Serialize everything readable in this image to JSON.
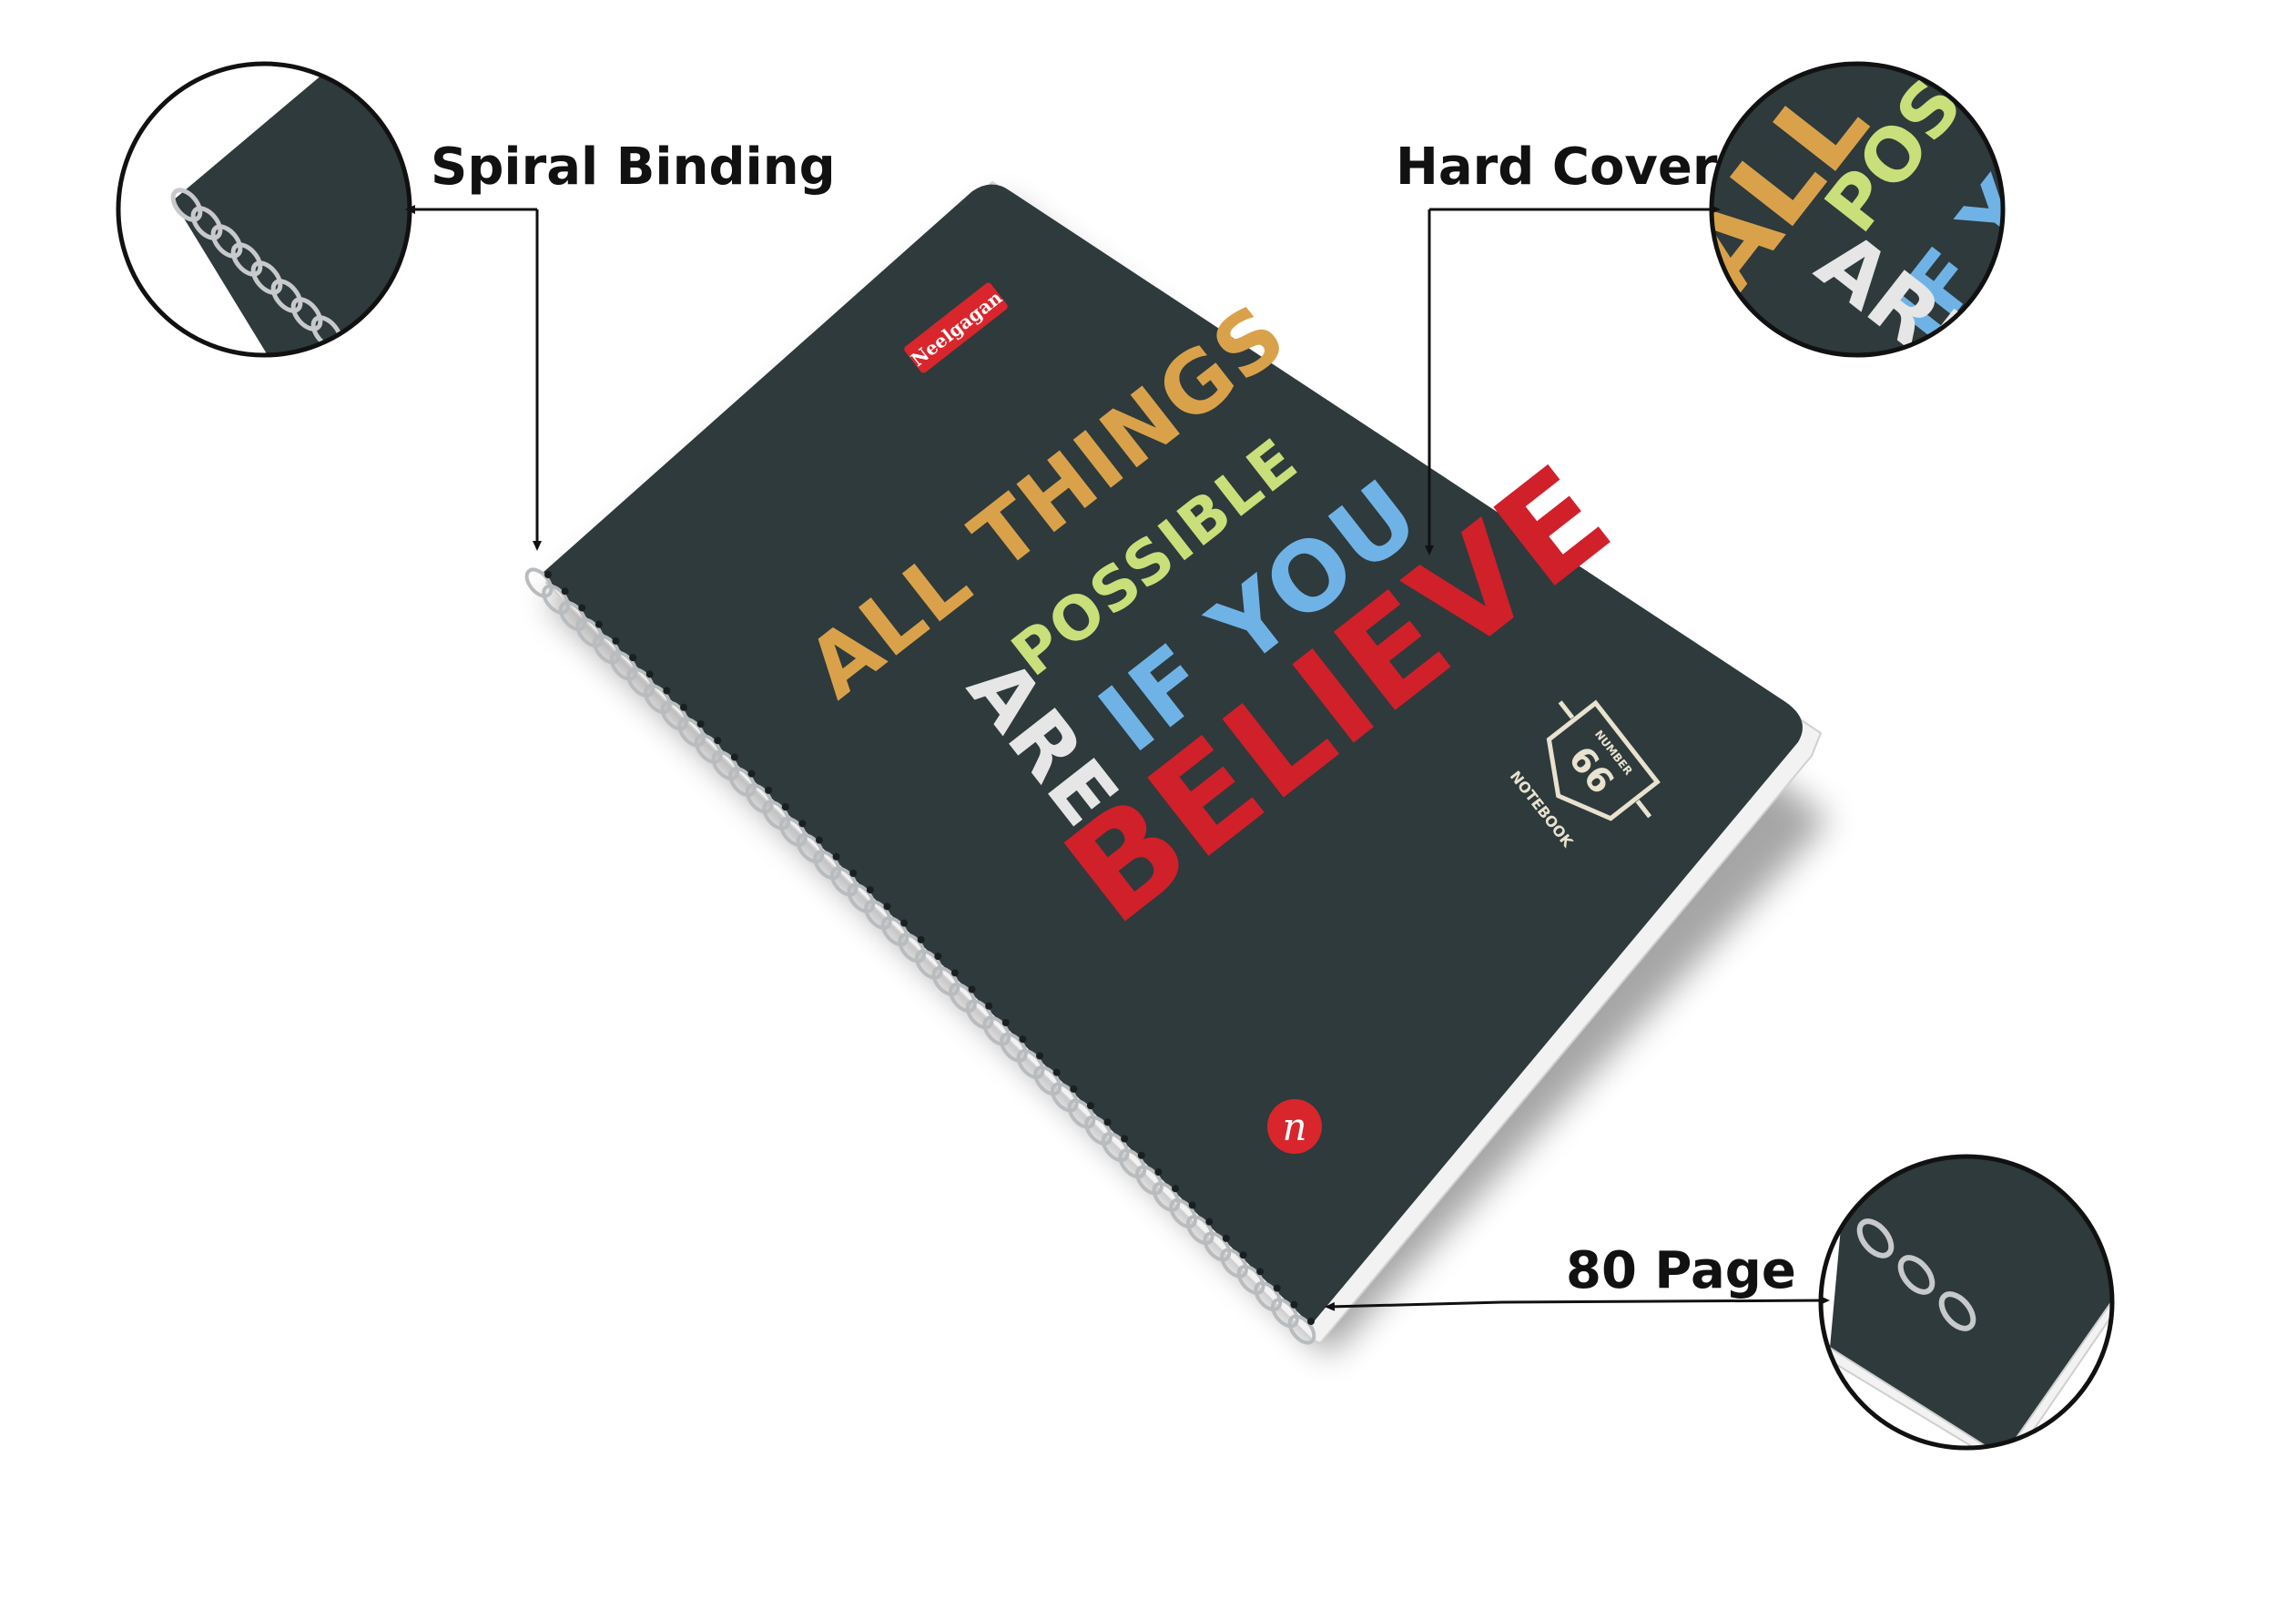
{
  "callouts": {
    "spiral_binding": "Spiral Binding",
    "hard_cover": "Hard Cover",
    "pages": "80 Page"
  },
  "cover": {
    "brand": "Neelgagan",
    "line1": "ALL THINGS",
    "line2": "POSSIBLE",
    "line3": "IF YOU",
    "line4": "BELIEVE",
    "line5": "ARE",
    "badge_top": "NUMBER",
    "badge_number": "66",
    "badge_label": "NOTEBOOK",
    "monogram": "n"
  },
  "colors": {
    "cover": "#2e3a3c",
    "quote_orange": "#d9a24a",
    "quote_lime": "#c9df7a",
    "quote_blue": "#6fb3e6",
    "quote_red": "#d0202a",
    "quote_white": "#e6e6e6",
    "brand_red": "#d8262c",
    "spiral": "#b9bcbf",
    "pointer": "#111111"
  }
}
